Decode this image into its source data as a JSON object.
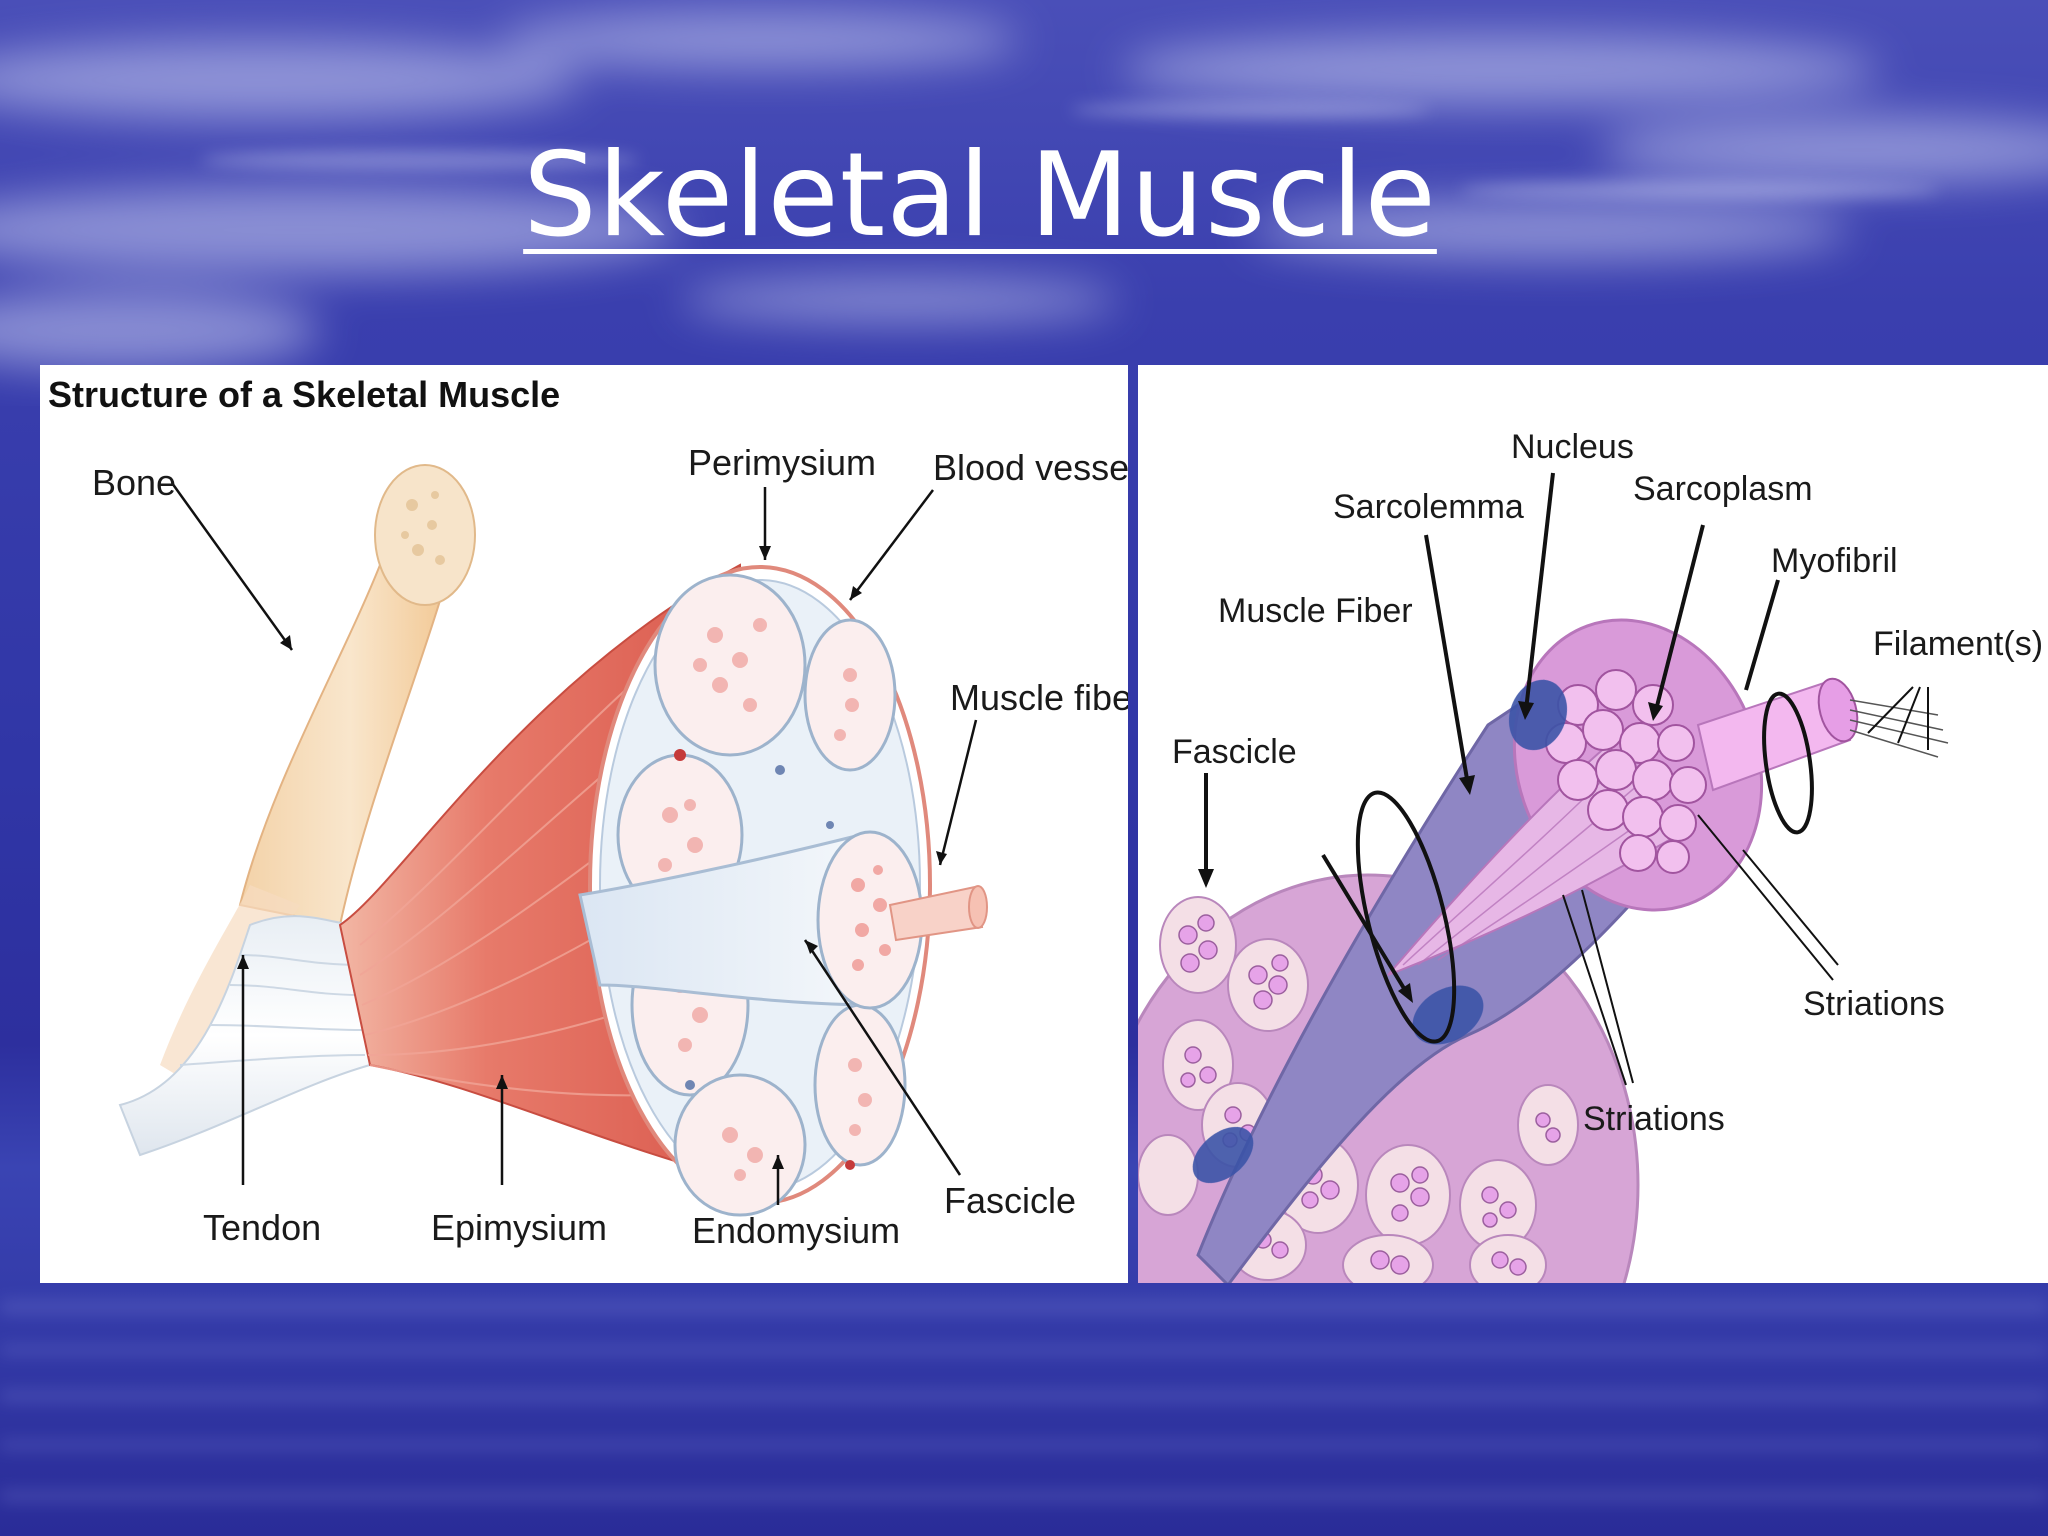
{
  "slide": {
    "title": "Skeletal Muscle"
  },
  "left_diagram": {
    "heading": "Structure of a Skeletal Muscle",
    "labels": {
      "bone": "Bone",
      "perimysium": "Perimysium",
      "blood_vessel": "Blood vessel",
      "muscle_fiber": "Muscle fiber",
      "tendon": "Tendon",
      "epimysium": "Epimysium",
      "endomysium": "Endomysium",
      "fascicle": "Fascicle"
    }
  },
  "right_diagram": {
    "labels": {
      "nucleus": "Nucleus",
      "sarcolemma": "Sarcolemma",
      "sarcoplasm": "Sarcoplasm",
      "myofibril": "Myofibril",
      "muscle_fiber": "Muscle Fiber",
      "filaments": "Filament(s)",
      "fascicle": "Fascicle",
      "striations_right": "Striations",
      "striations_bottom": "Striations"
    }
  },
  "colors": {
    "background": "#3036a6",
    "title": "#ffffff",
    "muscle": "#e26f61",
    "fiber_purple": "#8f86c4",
    "myofibril_pink": "#e7a6e6",
    "nucleus_blue": "#3b54a8"
  }
}
